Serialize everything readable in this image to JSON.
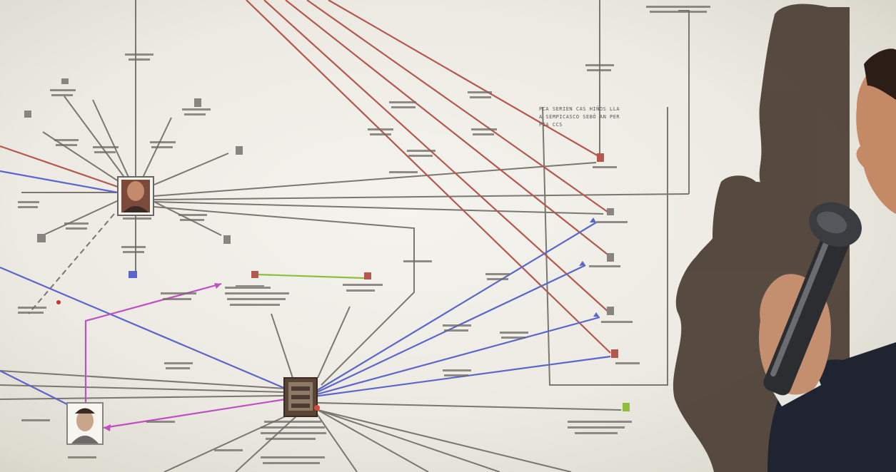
{
  "scene": {
    "legend": {
      "line1": "PCA SERIEN CAS HIÑOS LLA",
      "line2": "A SEMPICASCO SEBÓ AN PER",
      "line3": "PIA CCS"
    }
  },
  "colors": {
    "screen": "#efede6",
    "grey_link": "#7a7670",
    "red_link": "#b4574c",
    "blue_link": "#5a66c9",
    "magenta_link": "#c04fc4",
    "green_link": "#8fbf3a",
    "shadow": "#4a3d33",
    "suit": "#1f2430",
    "microphone": "#2b2d31"
  },
  "icons": [
    "photo-node-icon",
    "person-node-icon",
    "microphone-icon"
  ]
}
